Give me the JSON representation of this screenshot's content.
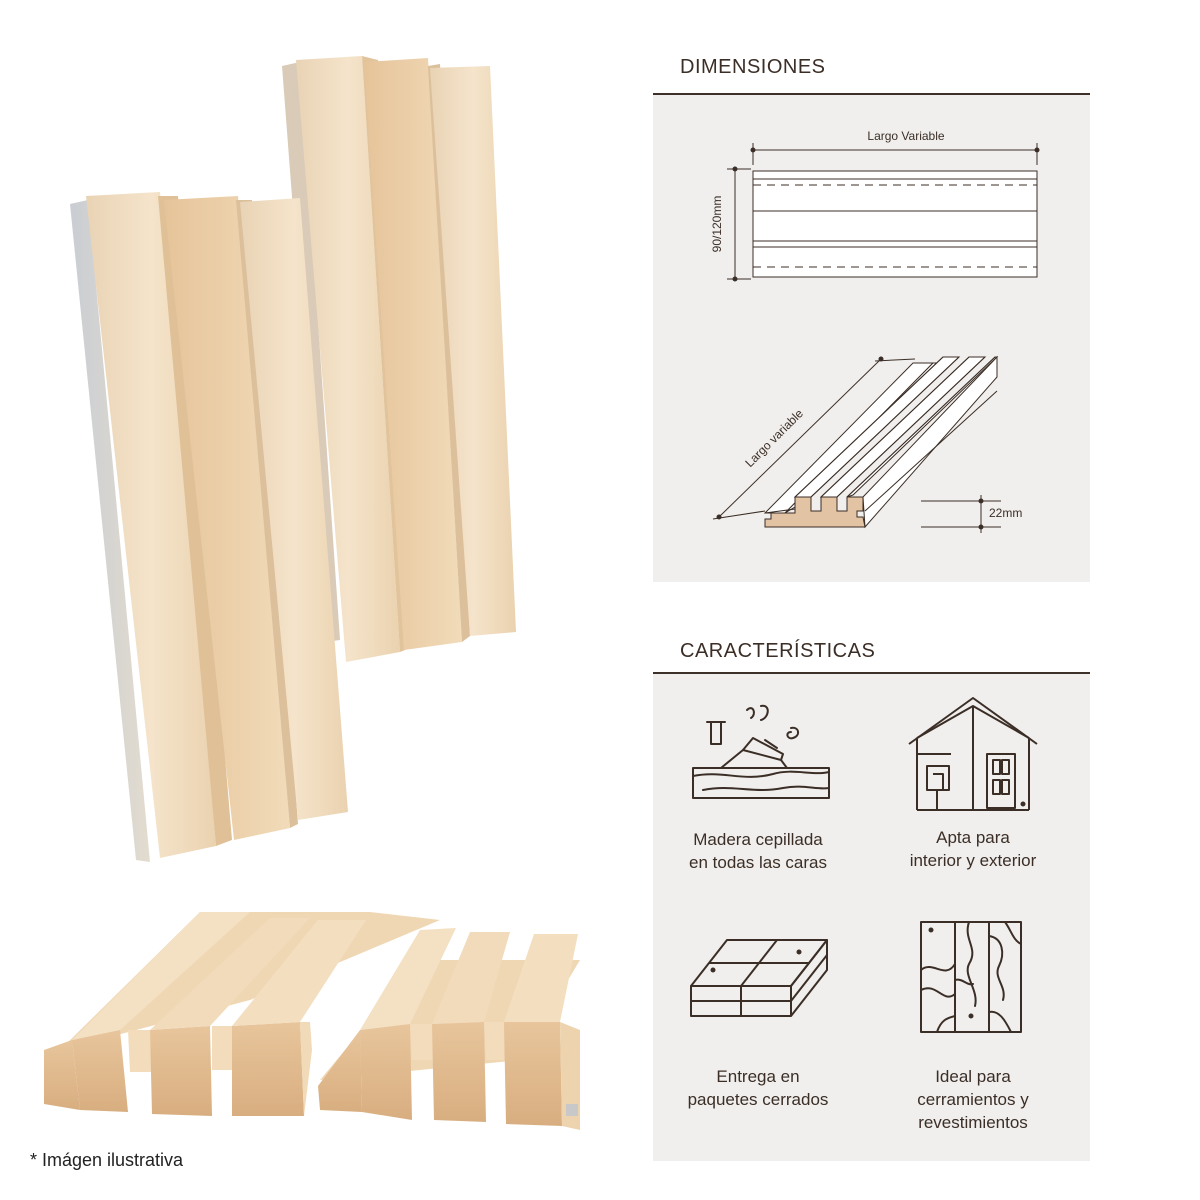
{
  "sections": {
    "dimensions_title": "DIMENSIONES",
    "features_title": "CARACTERÍSTICAS"
  },
  "diagram": {
    "top_width_label": "Largo Variable",
    "top_height_label": "90/120mm",
    "iso_length_label": "Largo variable",
    "iso_thickness_label": "22mm"
  },
  "features": [
    {
      "icon": "planed-wood-icon",
      "line1": "Madera cepillada",
      "line2": "en todas las caras"
    },
    {
      "icon": "house-icon",
      "line1": "Apta para",
      "line2": "interior y exterior"
    },
    {
      "icon": "package-icon",
      "line1": "Entrega en",
      "line2": "paquetes cerrados"
    },
    {
      "icon": "wood-grain-panel-icon",
      "line1": "Ideal para",
      "line2": "cerramientos y",
      "line3": "revestimientos"
    }
  ],
  "footnote": "* Imágen ilustrativa",
  "colors": {
    "text": "#3b2e26",
    "panel": "#f0efed",
    "wood_light": "#f3e0c4",
    "wood_mid": "#e8c9a0",
    "wood_dark": "#d9b184"
  }
}
